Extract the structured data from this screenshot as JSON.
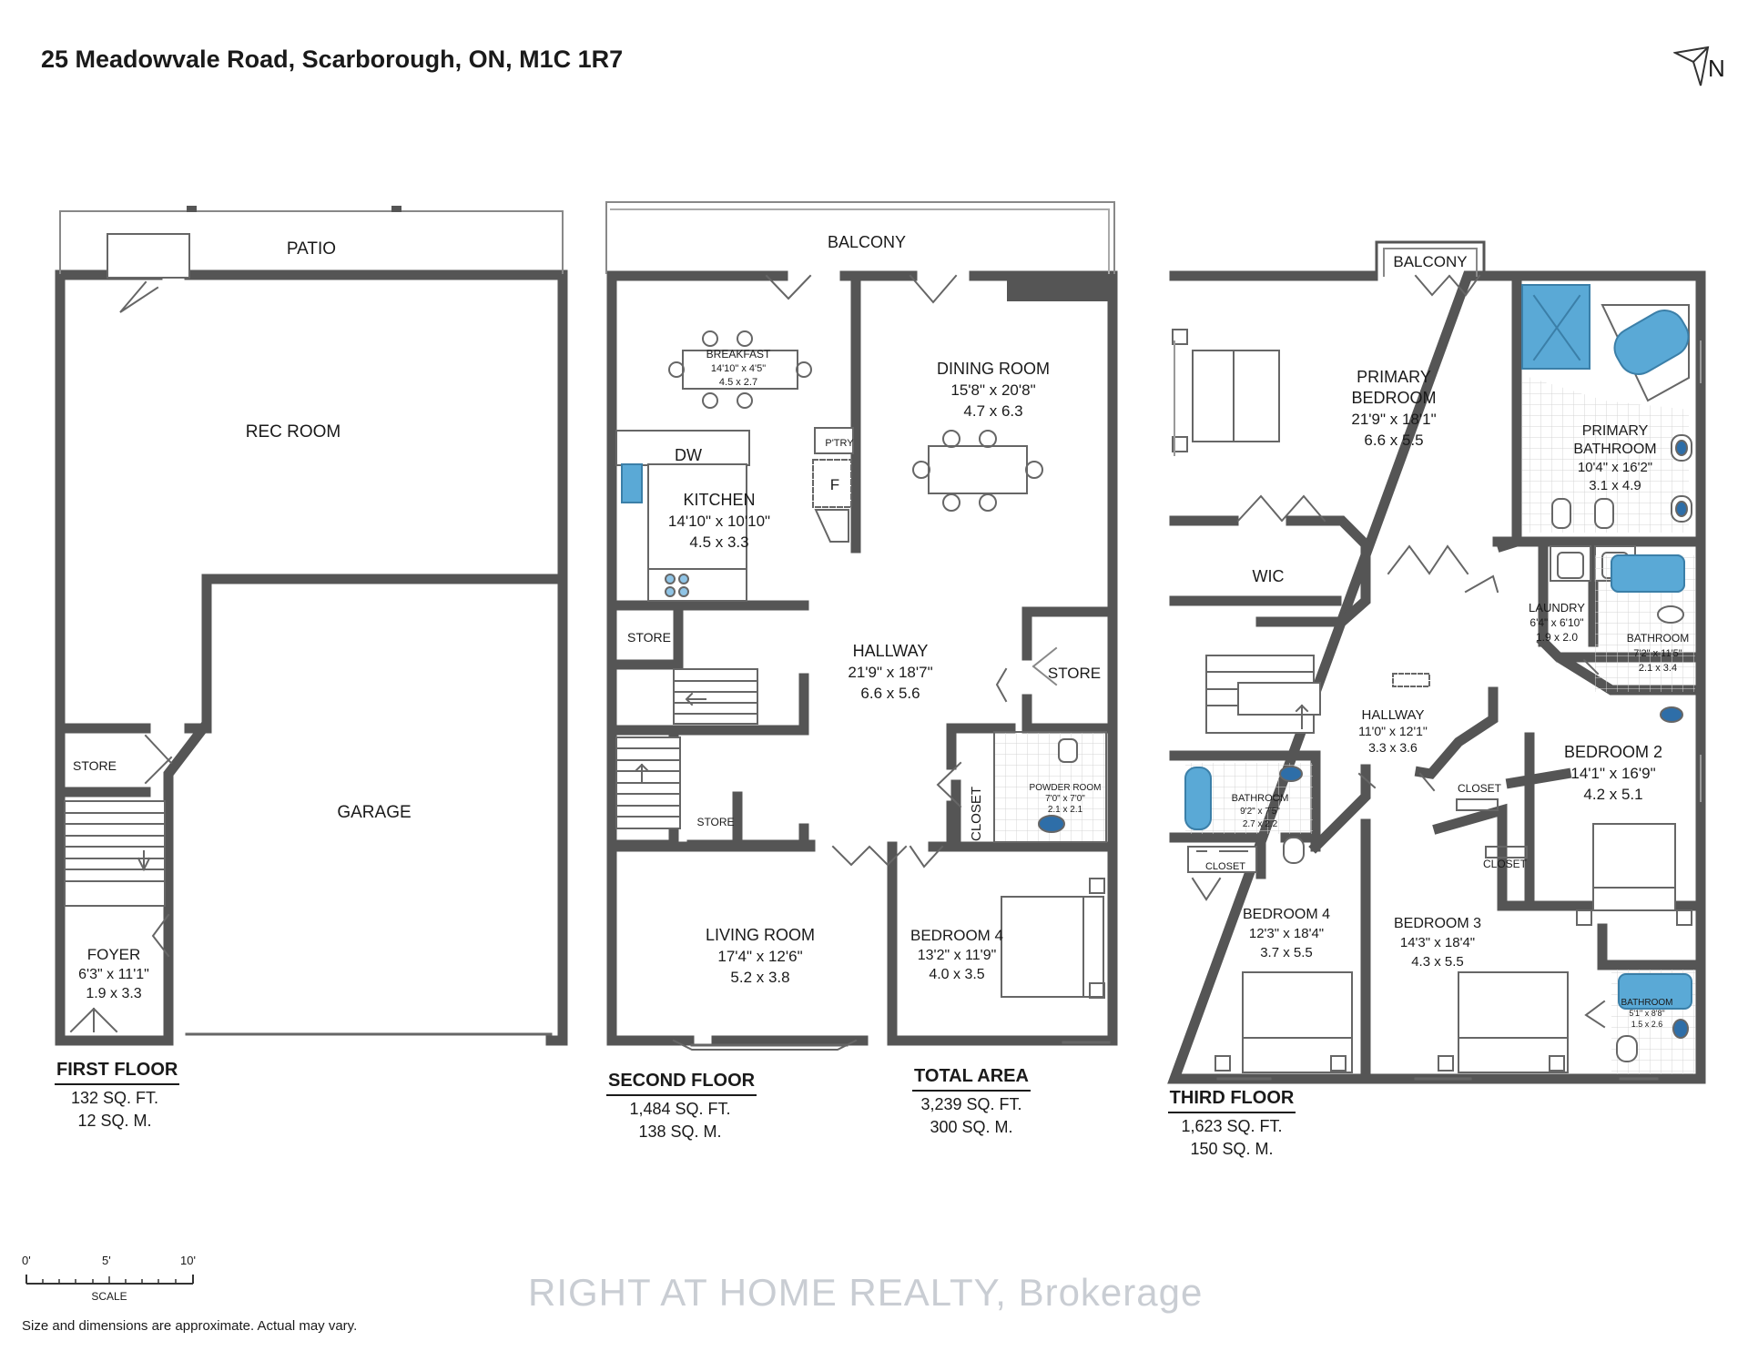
{
  "address": "25 Meadowvale Road, Scarborough, ON, M1C 1R7",
  "compass_label": "N",
  "first_floor": {
    "title": "FIRST FLOOR",
    "sq_ft": "132 SQ. FT.",
    "sq_m": "12 SQ. M.",
    "rooms": {
      "patio": "PATIO",
      "rec_room": "REC ROOM",
      "store": "STORE",
      "garage": "GARAGE",
      "foyer": {
        "name": "FOYER",
        "dims": "6'3\" x 11'1\"",
        "metric": "1.9 x 3.3"
      }
    }
  },
  "second_floor": {
    "title": "SECOND FLOOR",
    "sq_ft": "1,484 SQ. FT.",
    "sq_m": "138 SQ. M.",
    "rooms": {
      "balcony": "BALCONY",
      "breakfast": {
        "name": "BREAKFAST",
        "dims": "14'10\" x 4'5\"",
        "metric": "4.5 x 2.7"
      },
      "dw": "DW",
      "kitchen": {
        "name": "KITCHEN",
        "dims": "14'10\" x 10'10\"",
        "metric": "4.5 x 3.3"
      },
      "pantry": "P'TRY",
      "fridge": "F",
      "dining": {
        "name": "DINING ROOM",
        "dims": "15'8\" x 20'8\"",
        "metric": "4.7 x 6.3"
      },
      "store_left": "STORE",
      "hallway": {
        "name": "HALLWAY",
        "dims": "21'9\" x 18'7\"",
        "metric": "6.6 x 5.6"
      },
      "store_right": "STORE",
      "store_small": "STORE",
      "closet": "CLOSET",
      "powder": {
        "name": "POWDER ROOM",
        "dims": "7'0\" x 7'0\"",
        "metric": "2.1 x 2.1"
      },
      "living": {
        "name": "LIVING ROOM",
        "dims": "17'4\" x 12'6\"",
        "metric": "5.2 x 3.8"
      },
      "bedroom4": {
        "name": "BEDROOM 4",
        "dims": "13'2\" x 11'9\"",
        "metric": "4.0 x 3.5"
      }
    }
  },
  "total_area": {
    "title": "TOTAL AREA",
    "sq_ft": "3,239 SQ. FT.",
    "sq_m": "300 SQ. M."
  },
  "third_floor": {
    "title": "THIRD FLOOR",
    "sq_ft": "1,623 SQ. FT.",
    "sq_m": "150 SQ. M.",
    "rooms": {
      "balcony": "BALCONY",
      "primary_bedroom": {
        "name1": "PRIMARY",
        "name2": "BEDROOM",
        "dims": "21'9\" x 18'1\"",
        "metric": "6.6 x 5.5"
      },
      "primary_bath": {
        "name1": "PRIMARY",
        "name2": "BATHROOM",
        "dims": "10'4\" x 16'2\"",
        "metric": "3.1 x 4.9"
      },
      "wic": "WIC",
      "laundry": {
        "name": "LAUNDRY",
        "dims": "6'4\" x 6'10\"",
        "metric": "1.9 x 2.0"
      },
      "bath_a": {
        "name": "BATHROOM",
        "dims": "7'2\" x 11'5\"",
        "metric": "2.1 x 3.4"
      },
      "hallway": {
        "name": "HALLWAY",
        "dims": "11'0\" x 12'1\"",
        "metric": "3.3 x 3.6"
      },
      "bedroom2": {
        "name": "BEDROOM 2",
        "dims": "14'1\" x 16'9\"",
        "metric": "4.2 x 5.1"
      },
      "bath_b": {
        "name": "BATHROOM",
        "dims": "9'2\" x 7'5\"",
        "metric": "2.7 x 2.2"
      },
      "closet_a": "CLOSET",
      "closet_b": "CLOSET",
      "closet_c": "CLOSET",
      "bedroom4": {
        "name": "BEDROOM 4",
        "dims": "12'3\" x 18'4\"",
        "metric": "3.7 x 5.5"
      },
      "bedroom3": {
        "name": "BEDROOM 3",
        "dims": "14'3\" x 18'4\"",
        "metric": "4.3 x 5.5"
      },
      "bath_c": {
        "name": "BATHROOM",
        "dims": "5'1\" x 8'8\"",
        "metric": "1.5 x 2.6"
      }
    }
  },
  "scale": {
    "t0": "0'",
    "t5": "5'",
    "t10": "10'",
    "label": "SCALE"
  },
  "disclaimer": "Size and dimensions are approximate. Actual may vary.",
  "watermark": "RIGHT AT HOME REALTY, Brokerage"
}
